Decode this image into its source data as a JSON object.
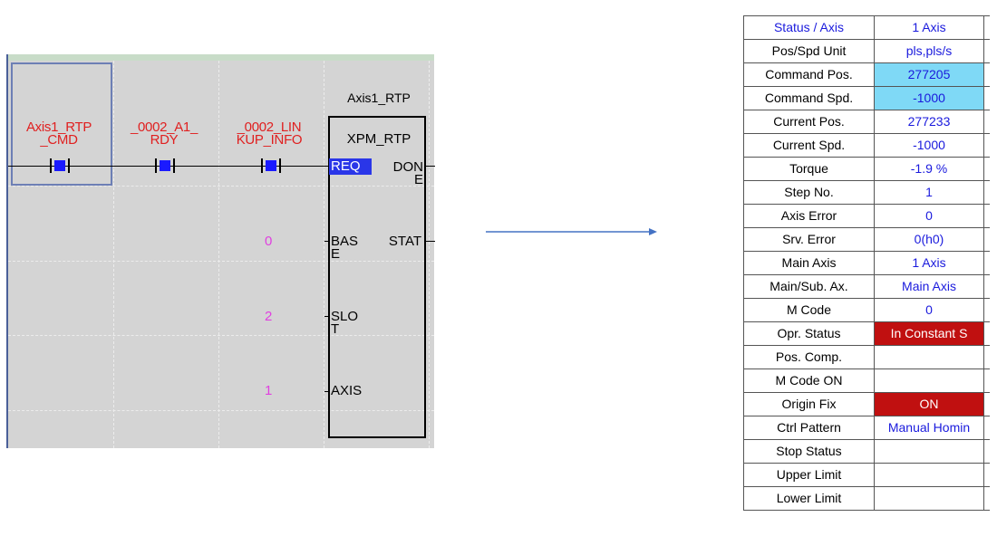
{
  "ladder": {
    "contacts": [
      {
        "name": "Axis1_RTP\n_CMD"
      },
      {
        "name": "_0002_A1_\nRDY"
      },
      {
        "name": "_0002_LIN\nKUP_INFO"
      }
    ],
    "block": {
      "instance": "Axis1_RTP",
      "type": "XPM_RTP",
      "inputs": [
        "REQ",
        "BAS\nE",
        "SLO\nT",
        "AXIS"
      ],
      "outputs": [
        "DON\nE",
        "STAT"
      ],
      "constants": [
        "0",
        "2",
        "1"
      ]
    }
  },
  "table": {
    "header": {
      "label": "Status / Axis",
      "value": "1 Axis"
    },
    "rows": [
      {
        "label": "Pos/Spd Unit",
        "value": "pls,pls/s",
        "bg": ""
      },
      {
        "label": "Command Pos.",
        "value": "277205",
        "bg": "#7fd9f6"
      },
      {
        "label": "Command Spd.",
        "value": "-1000",
        "bg": "#7fd9f6"
      },
      {
        "label": "Current Pos.",
        "value": "277233",
        "bg": ""
      },
      {
        "label": "Current Spd.",
        "value": "-1000",
        "bg": ""
      },
      {
        "label": "Torque",
        "value": "-1.9 %",
        "bg": ""
      },
      {
        "label": "Step No.",
        "value": "1",
        "bg": ""
      },
      {
        "label": "Axis Error",
        "value": "0",
        "bg": ""
      },
      {
        "label": "Srv. Error",
        "value": "0(h0)",
        "bg": ""
      },
      {
        "label": "Main Axis",
        "value": "1 Axis",
        "bg": ""
      },
      {
        "label": "Main/Sub. Ax.",
        "value": "Main Axis",
        "bg": ""
      },
      {
        "label": "M Code",
        "value": "0",
        "bg": ""
      },
      {
        "label": "Opr. Status",
        "value": "In Constant S",
        "bg": "#c01010"
      },
      {
        "label": "Pos. Comp.",
        "value": "",
        "bg": ""
      },
      {
        "label": "M Code ON",
        "value": "",
        "bg": ""
      },
      {
        "label": "Origin Fix",
        "value": "ON",
        "bg": "#c01010"
      },
      {
        "label": "Ctrl Pattern",
        "value": "Manual Homin",
        "bg": ""
      },
      {
        "label": "Stop Status",
        "value": "",
        "bg": ""
      },
      {
        "label": "Upper Limit",
        "value": "",
        "bg": ""
      },
      {
        "label": "Lower Limit",
        "value": "",
        "bg": ""
      }
    ]
  }
}
